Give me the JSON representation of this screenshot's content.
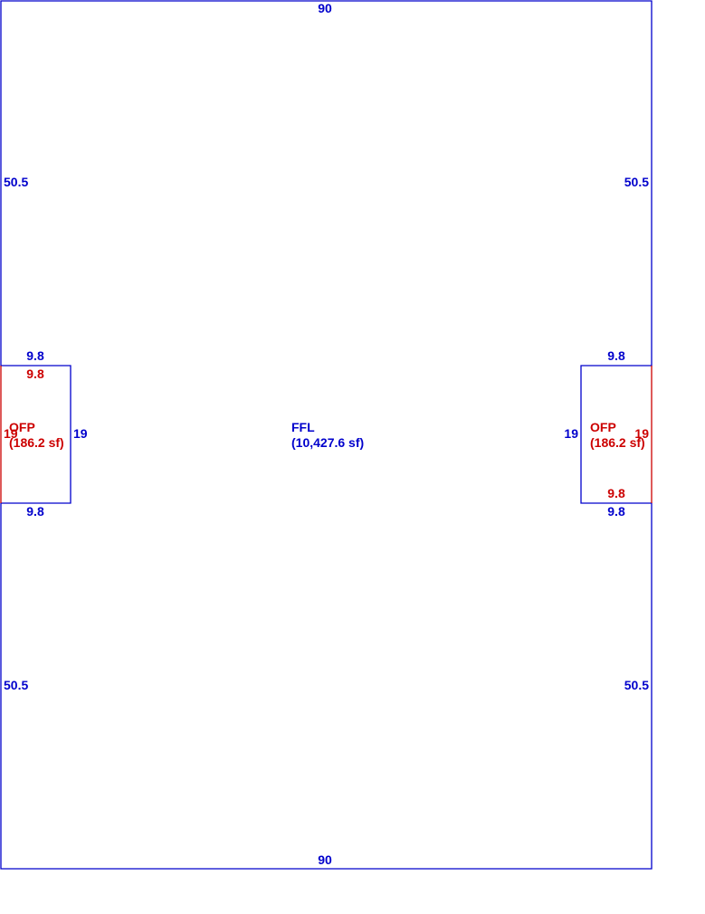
{
  "colors": {
    "main": "#0000cc",
    "attached": "#cc0000",
    "background": "#ffffff"
  },
  "main_area": {
    "code": "FFL",
    "area": "(10,427.6 sf)",
    "dims": {
      "top": "90",
      "bottom": "90",
      "left_upper": "50.5",
      "left_lower": "50.5",
      "right_upper": "50.5",
      "right_lower": "50.5",
      "left_notch_top": "9.8",
      "left_notch_bottom": "9.8",
      "left_notch_side": "19",
      "right_notch_top": "9.8",
      "right_notch_bottom": "9.8",
      "right_notch_side": "19"
    }
  },
  "left_porch": {
    "code": "OFP",
    "area": "(186.2 sf)",
    "dims": {
      "top": "9.8",
      "side": "19"
    }
  },
  "right_porch": {
    "code": "OFP",
    "area": "(186.2 sf)",
    "dims": {
      "bottom": "9.8",
      "side": "19"
    }
  }
}
